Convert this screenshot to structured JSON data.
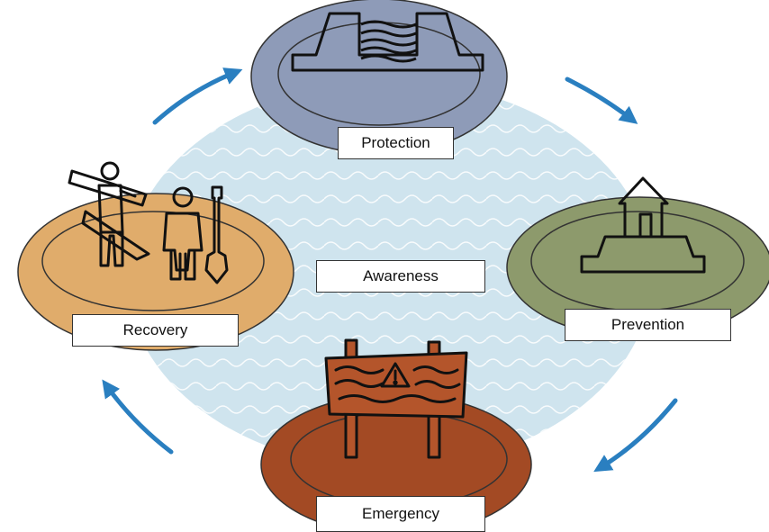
{
  "diagram": {
    "center": {
      "label": "Awareness"
    },
    "stages": [
      {
        "id": "protection",
        "label": "Protection",
        "color": "#8e9bb8",
        "icon": "flood-barrier-icon"
      },
      {
        "id": "prevention",
        "label": "Prevention",
        "color": "#8d9a6c",
        "icon": "raised-house-icon"
      },
      {
        "id": "emergency",
        "label": "Emergency",
        "color": "#a34a24",
        "icon": "flood-warning-sign-icon"
      },
      {
        "id": "recovery",
        "label": "Recovery",
        "color": "#e0ac6b",
        "icon": "workers-rebuilding-icon"
      }
    ],
    "colors": {
      "water": "#cfe4ee",
      "wave": "#ffffff",
      "arrow": "#2a7fc0",
      "outline": "#222222"
    }
  }
}
